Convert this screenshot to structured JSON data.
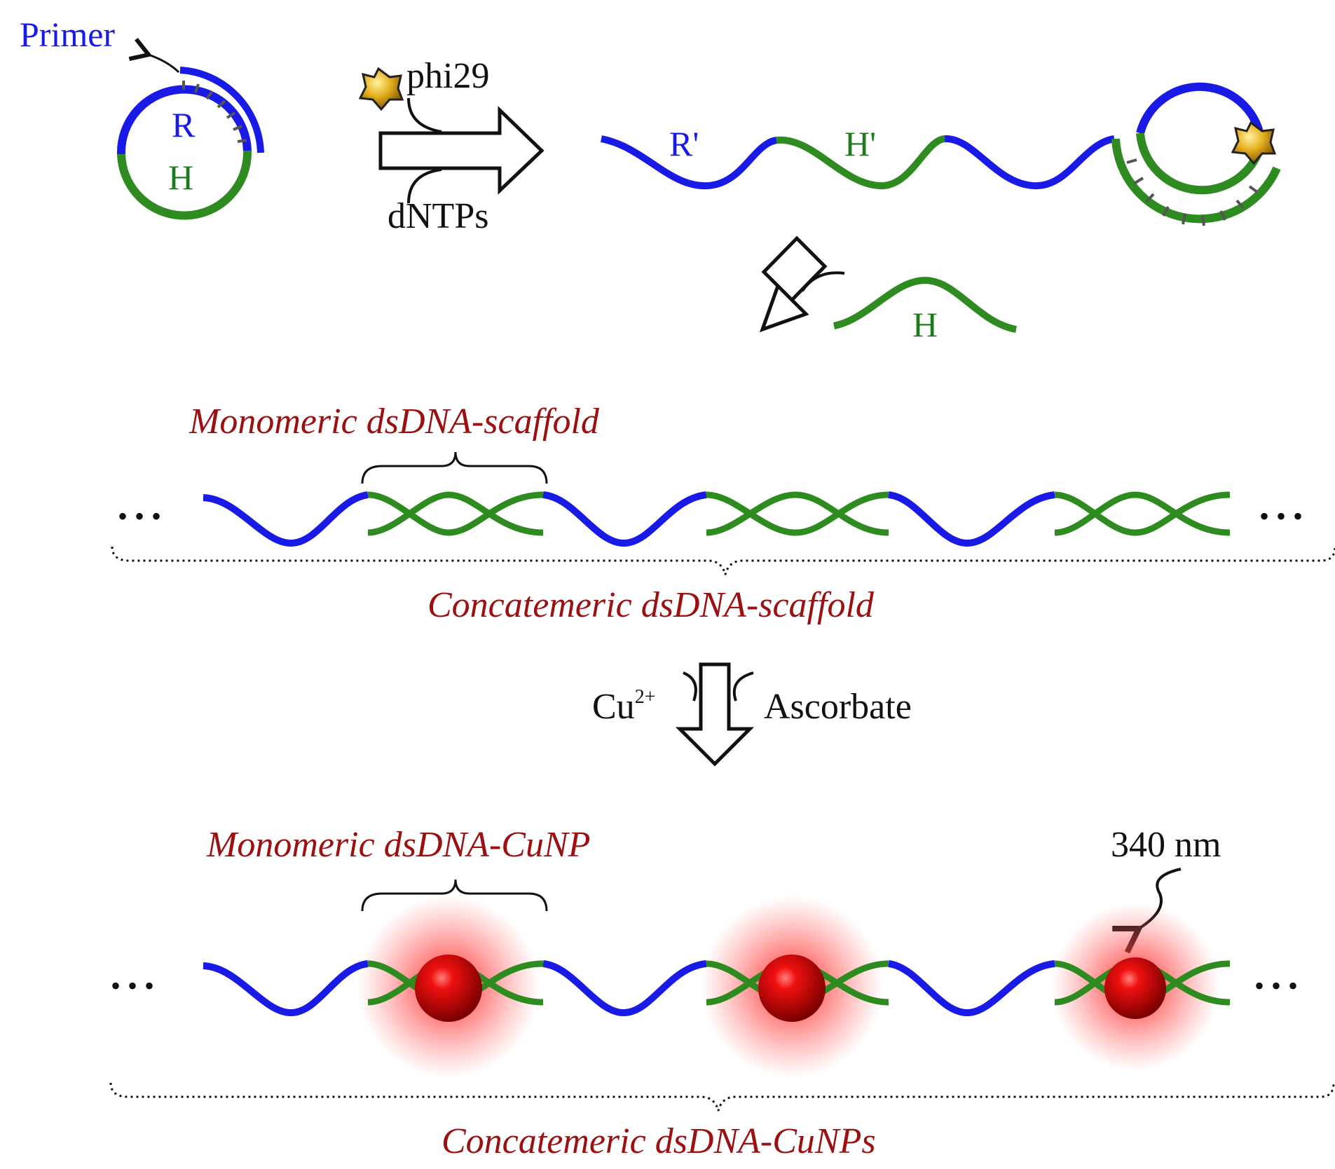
{
  "colors": {
    "blue_strand": "#1a1ae6",
    "green_strand": "#2e8b1f",
    "label_red": "#9b1010",
    "particle_red": "#e01010",
    "enzyme_gold": "#e0b020"
  },
  "step1": {
    "primer_label": "Primer",
    "circle_labels": {
      "top": "R",
      "bottom": "H"
    },
    "arrow_top_label": "phi29",
    "arrow_bottom_label": "dNTPs",
    "product_labels": {
      "first": "R'",
      "second": "H'"
    }
  },
  "step2": {
    "added_strand_label": "H"
  },
  "scaffold": {
    "monomer_title": "Monomeric dsDNA-scaffold",
    "ellipsis_left": "• • •",
    "ellipsis_right": "• • •",
    "concatemer_title": "Concatemeric dsDNA-scaffold"
  },
  "step3": {
    "reagent_left": "Cu",
    "reagent_left_charge": "2+",
    "reagent_right": "Ascorbate"
  },
  "cunp": {
    "monomer_title": "Monomeric dsDNA-CuNP",
    "excitation_label": "340 nm",
    "ellipsis_left": "• • •",
    "ellipsis_right": "• • •",
    "concatemer_title": "Concatemeric dsDNA-CuNPs"
  }
}
